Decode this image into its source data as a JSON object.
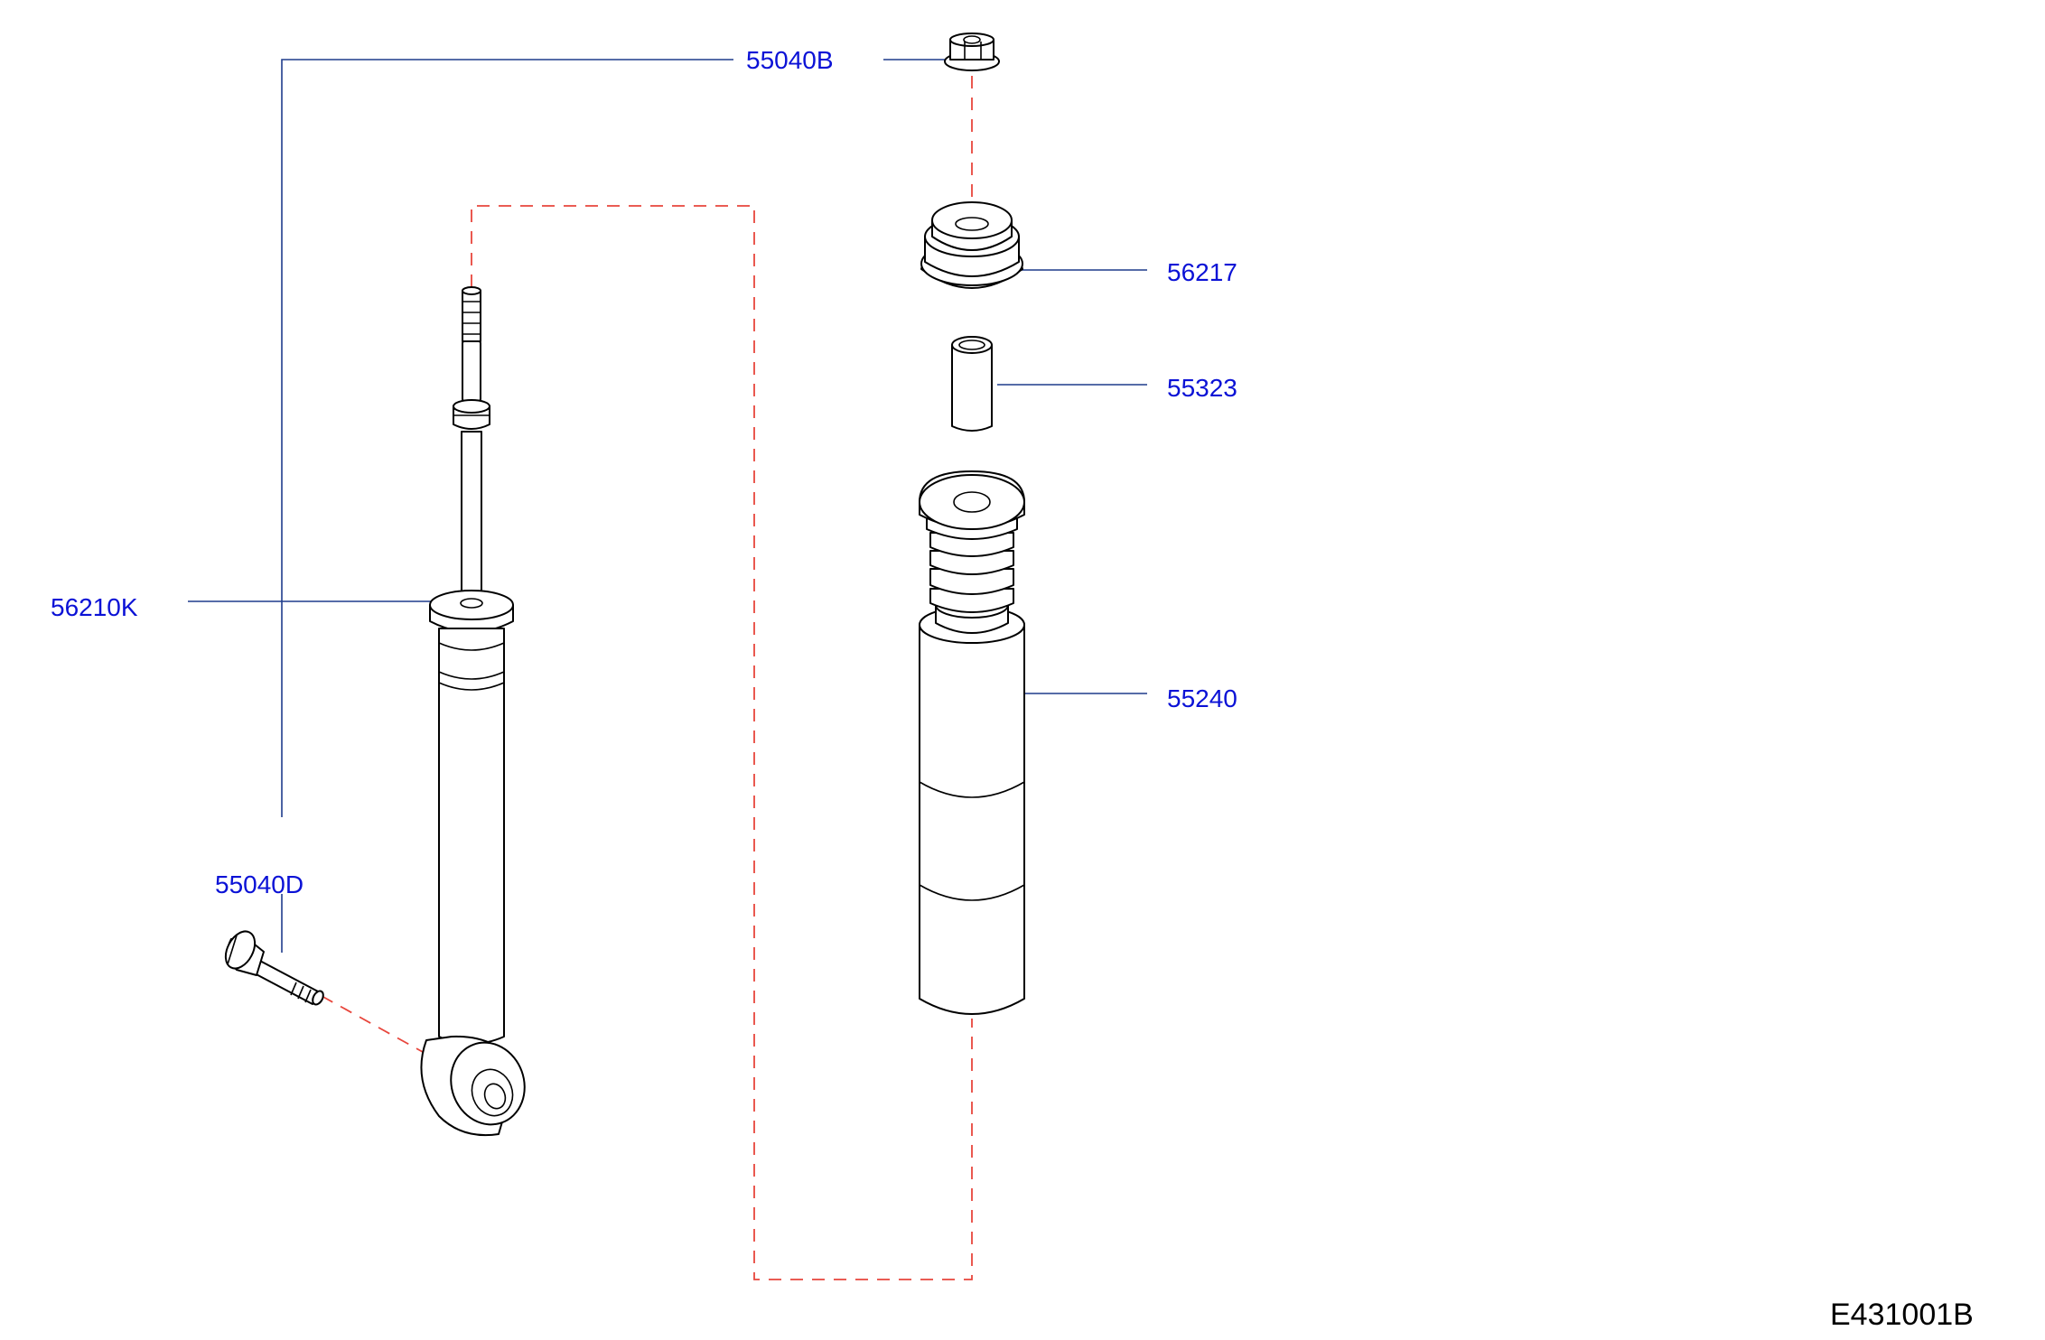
{
  "diagram": {
    "drawing_code": "E431001B",
    "colors": {
      "label": "#0b12d6",
      "leader": "#1f3c8c",
      "dash": "#e8463c",
      "line": "#000000"
    },
    "parts": [
      {
        "id": "p55040b",
        "number": "55040B"
      },
      {
        "id": "p56217",
        "number": "56217"
      },
      {
        "id": "p55323",
        "number": "55323"
      },
      {
        "id": "p56210k",
        "number": "56210K"
      },
      {
        "id": "p55240",
        "number": "55240"
      },
      {
        "id": "p55040d",
        "number": "55040D"
      }
    ]
  }
}
